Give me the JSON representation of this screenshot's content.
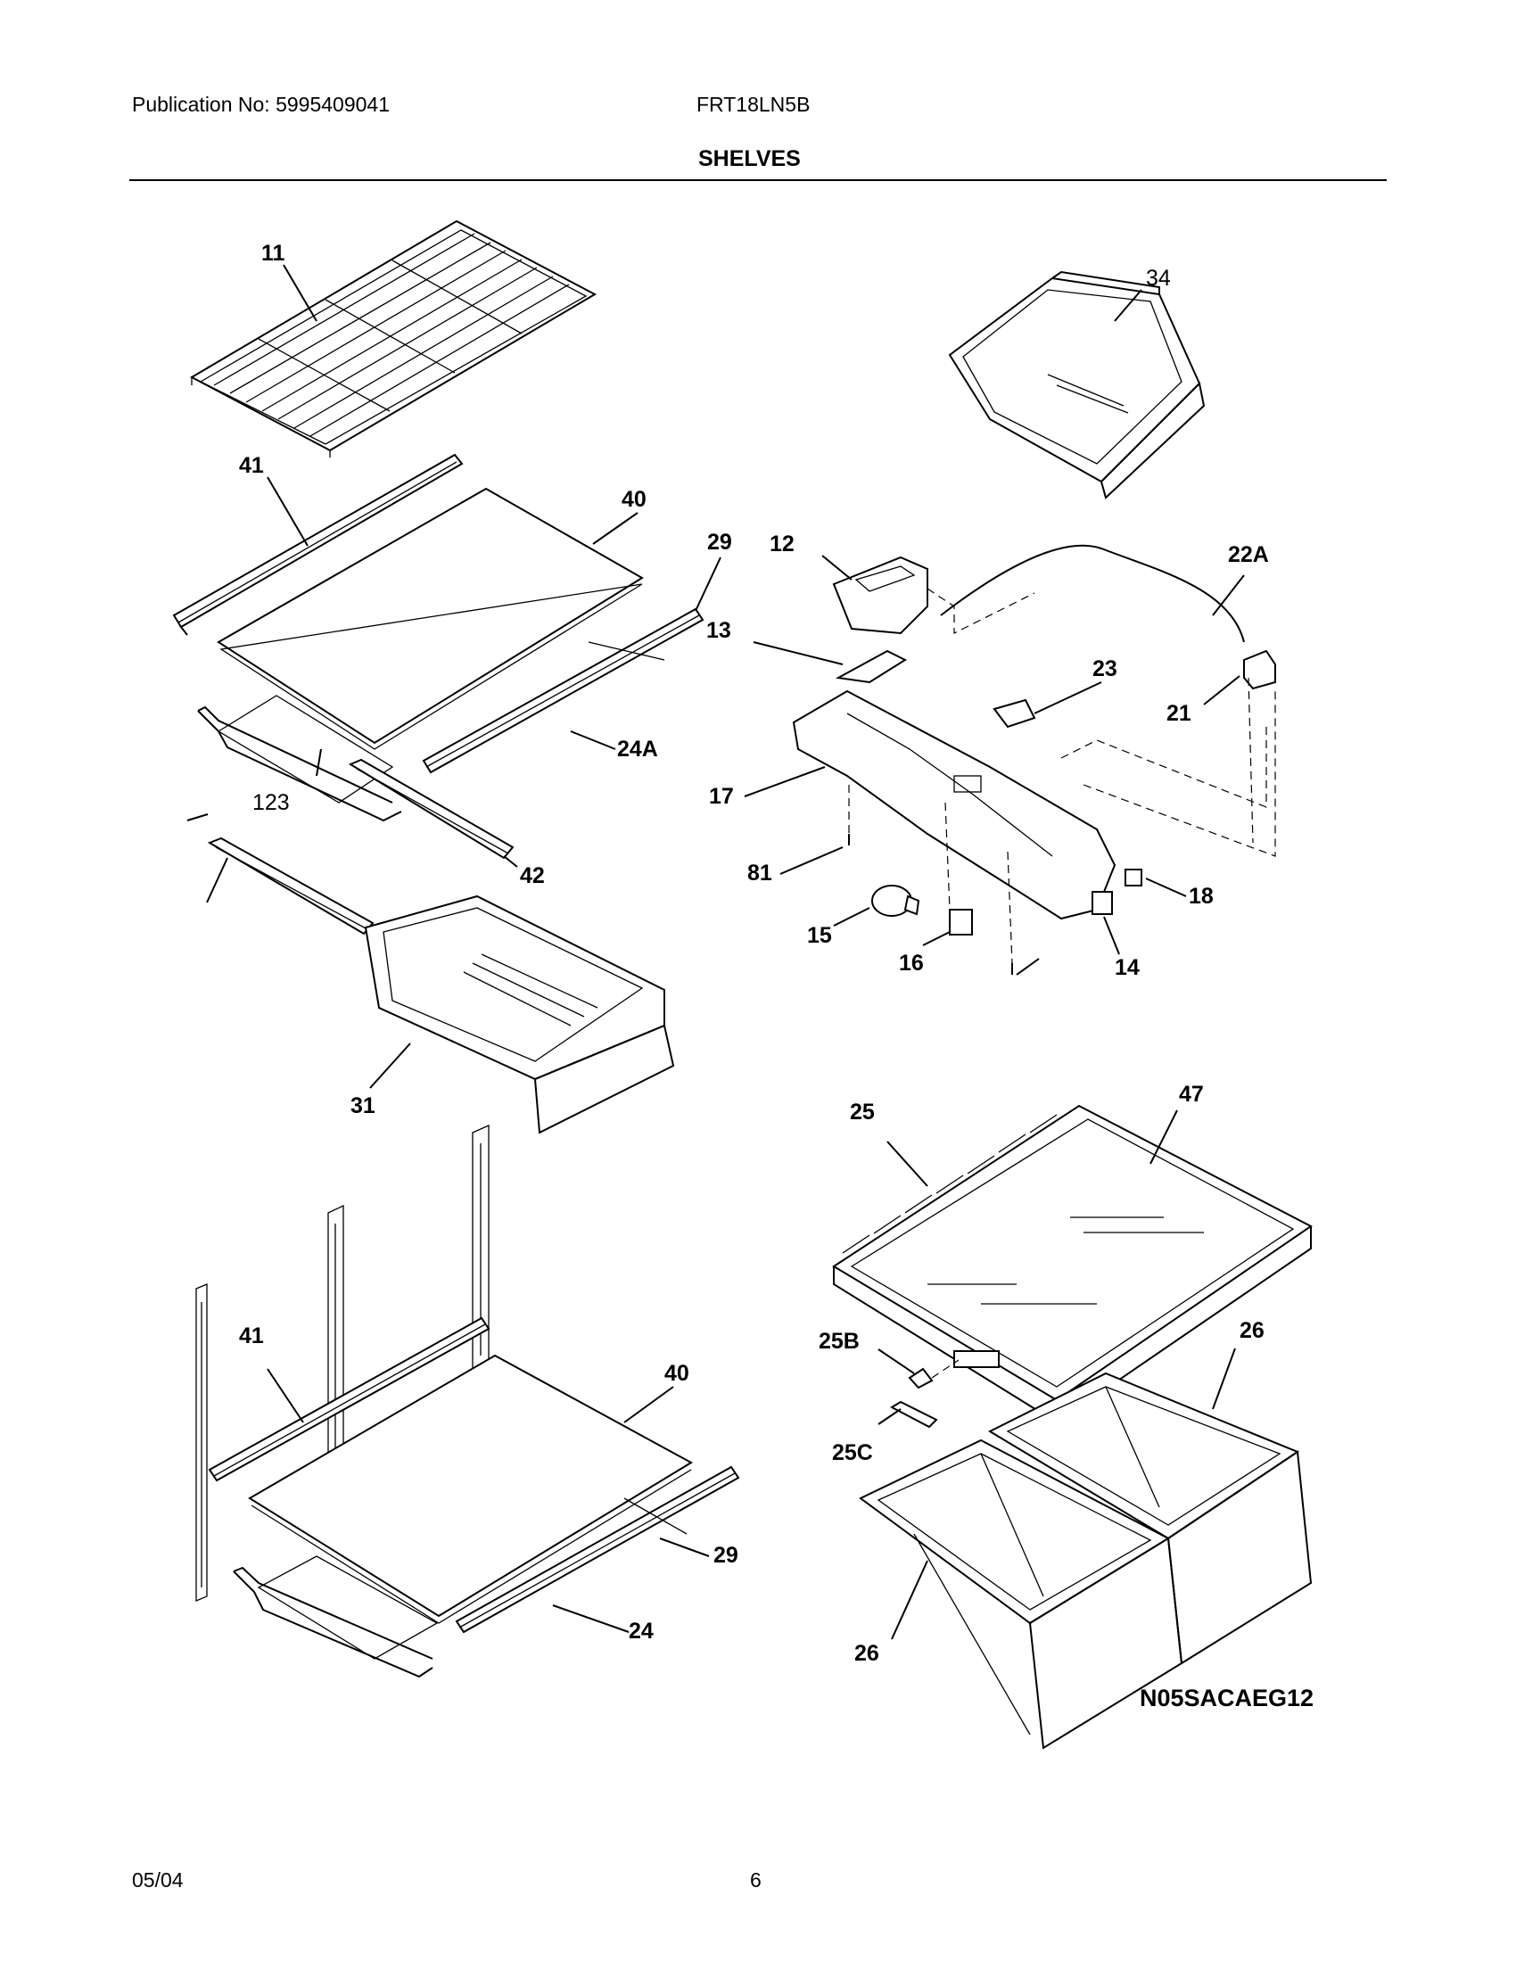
{
  "header": {
    "publication": "Publication No: 5995409041",
    "model": "FRT18LN5B",
    "section_title": "SHELVES"
  },
  "footer": {
    "date": "05/04",
    "page_number": "6"
  },
  "diagram": {
    "code": "N05SACAEG12",
    "part_labels": [
      "11",
      "34",
      "41",
      "40",
      "29",
      "12",
      "22A",
      "13",
      "23",
      "21",
      "24A",
      "17",
      "123",
      "42",
      "81",
      "18",
      "15",
      "16",
      "14",
      "31",
      "25",
      "47",
      "25B",
      "26",
      "25C",
      "41",
      "40",
      "29",
      "24",
      "26"
    ]
  }
}
